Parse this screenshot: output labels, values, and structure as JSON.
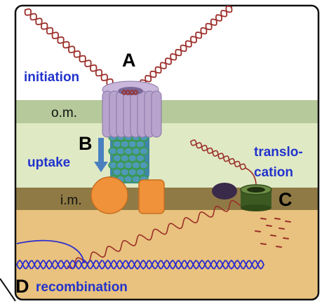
{
  "labels": {
    "A": "A",
    "B": "B",
    "C": "C",
    "D": "D",
    "initiation": "initiation",
    "uptake": "uptake",
    "translo": "translo-",
    "cation": "cation",
    "recombination": "recombination",
    "outer_membrane": "o.m.",
    "inner_membrane": "i.m."
  },
  "colors": {
    "outer_membrane": "#b5c99a",
    "periplasm": "#dfe9c4",
    "inner_membrane": "#8f7a45",
    "cytoplasm": "#e8c27e",
    "secretin": "#b7a3cc",
    "pilus": "#3f86a8",
    "orange_protein": "#f0923a",
    "translocase_channel": "#4b6b2c",
    "dark_protein": "#3a2a4a",
    "incoming_dna": "#9b2f2a",
    "chromosome_dna": "#2a2ad0",
    "step_label": "#2233cc"
  }
}
